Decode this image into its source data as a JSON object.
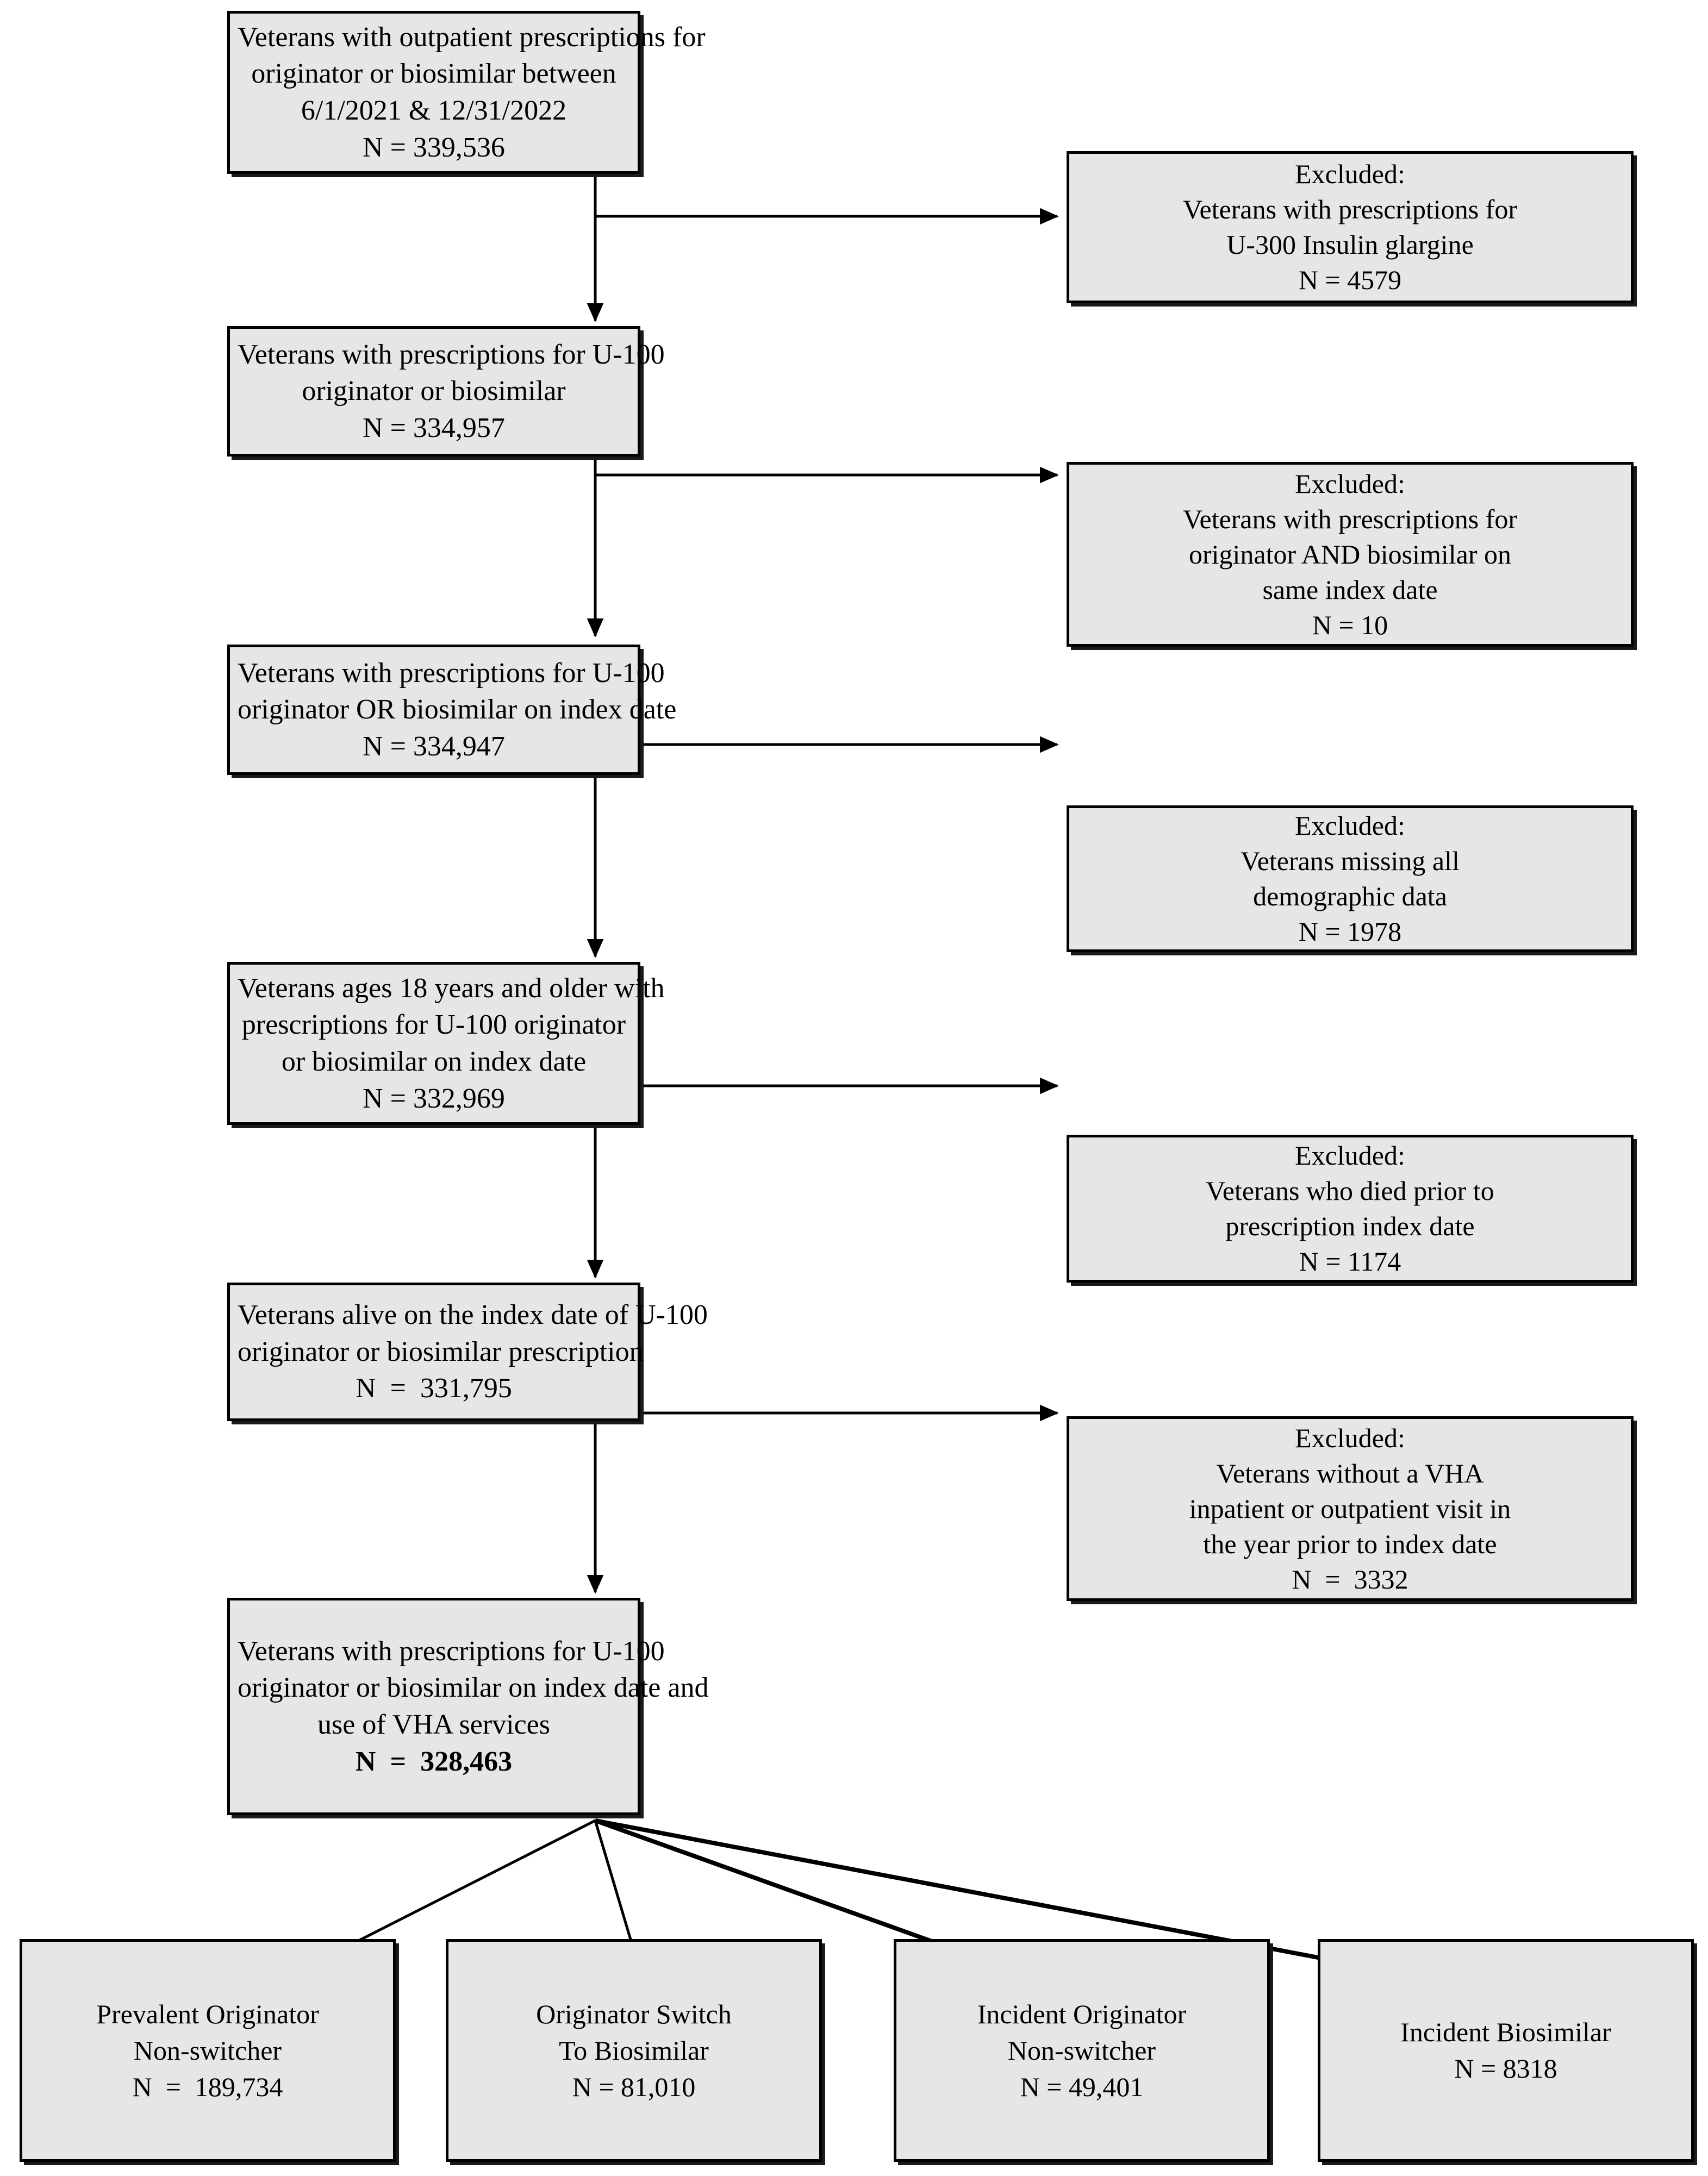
{
  "diagram": {
    "title": "Study cohort selection flow diagram",
    "accent_fill": "#e6e6e6",
    "stroke_color": "#000000",
    "main_nodes": [
      {
        "id": "enrolled-all",
        "lines": [
          "Veterans with outpatient prescriptions for",
          "originator or biosimilar between",
          "6/1/2021 & 12/31/2022",
          "N = 339,536"
        ]
      },
      {
        "id": "u100-any",
        "lines": [
          "Veterans with prescriptions for U-100",
          "originator or biosimilar",
          "N = 334,957"
        ]
      },
      {
        "id": "u100-or-index",
        "lines": [
          "Veterans with prescriptions for U-100",
          "originator OR biosimilar on index date",
          "N = 334,947"
        ]
      },
      {
        "id": "age-18-plus",
        "lines": [
          "Veterans ages 18 years and older with",
          "prescriptions for U-100 originator",
          "or biosimilar on index date",
          "N = 332,969"
        ]
      },
      {
        "id": "alive-index",
        "lines": [
          "Veterans alive on the index date of U-100",
          "originator or biosimilar prescription",
          "N  =  331,795"
        ]
      },
      {
        "id": "final-cohort",
        "lines": [
          "Veterans with prescriptions for U-100",
          "originator or biosimilar on index date and",
          "use of VHA services"
        ],
        "bold_line": "N  =  328,463"
      }
    ],
    "exclusion_nodes": [
      {
        "id": "excl-u300",
        "lines": [
          "Excluded:",
          "Veterans with prescriptions for",
          "U-300 Insulin glargine",
          "N = 4579"
        ]
      },
      {
        "id": "excl-both-same-date",
        "lines": [
          "Excluded:",
          "Veterans with prescriptions for",
          "originator AND biosimilar on",
          "same index date",
          "N = 10"
        ]
      },
      {
        "id": "excl-missing-demographics",
        "lines": [
          "Excluded:",
          "Veterans missing all",
          "demographic data",
          "N = 1978"
        ]
      },
      {
        "id": "excl-died-before-index",
        "lines": [
          "Excluded:",
          "Veterans who died prior to",
          "prescription index date",
          "N = 1174"
        ]
      },
      {
        "id": "excl-no-vha-visit",
        "lines": [
          "Excluded:",
          "Veterans without a VHA",
          "inpatient or outpatient visit in",
          "the year prior to index date",
          "N  =  3332"
        ]
      }
    ],
    "terminal_nodes": [
      {
        "id": "prevalent-originator-non-switcher",
        "lines": [
          "Prevalent Originator",
          "Non-switcher",
          "N  =  189,734"
        ]
      },
      {
        "id": "originator-switch-to-biosimilar",
        "lines": [
          "Originator Switch",
          "To Biosimilar",
          "N = 81,010"
        ]
      },
      {
        "id": "incident-originator-non-switcher",
        "lines": [
          "Incident Originator",
          "Non-switcher",
          "N = 49,401"
        ]
      },
      {
        "id": "incident-biosimilar",
        "lines": [
          "Incident Biosimilar",
          "N = 8318"
        ]
      }
    ]
  }
}
